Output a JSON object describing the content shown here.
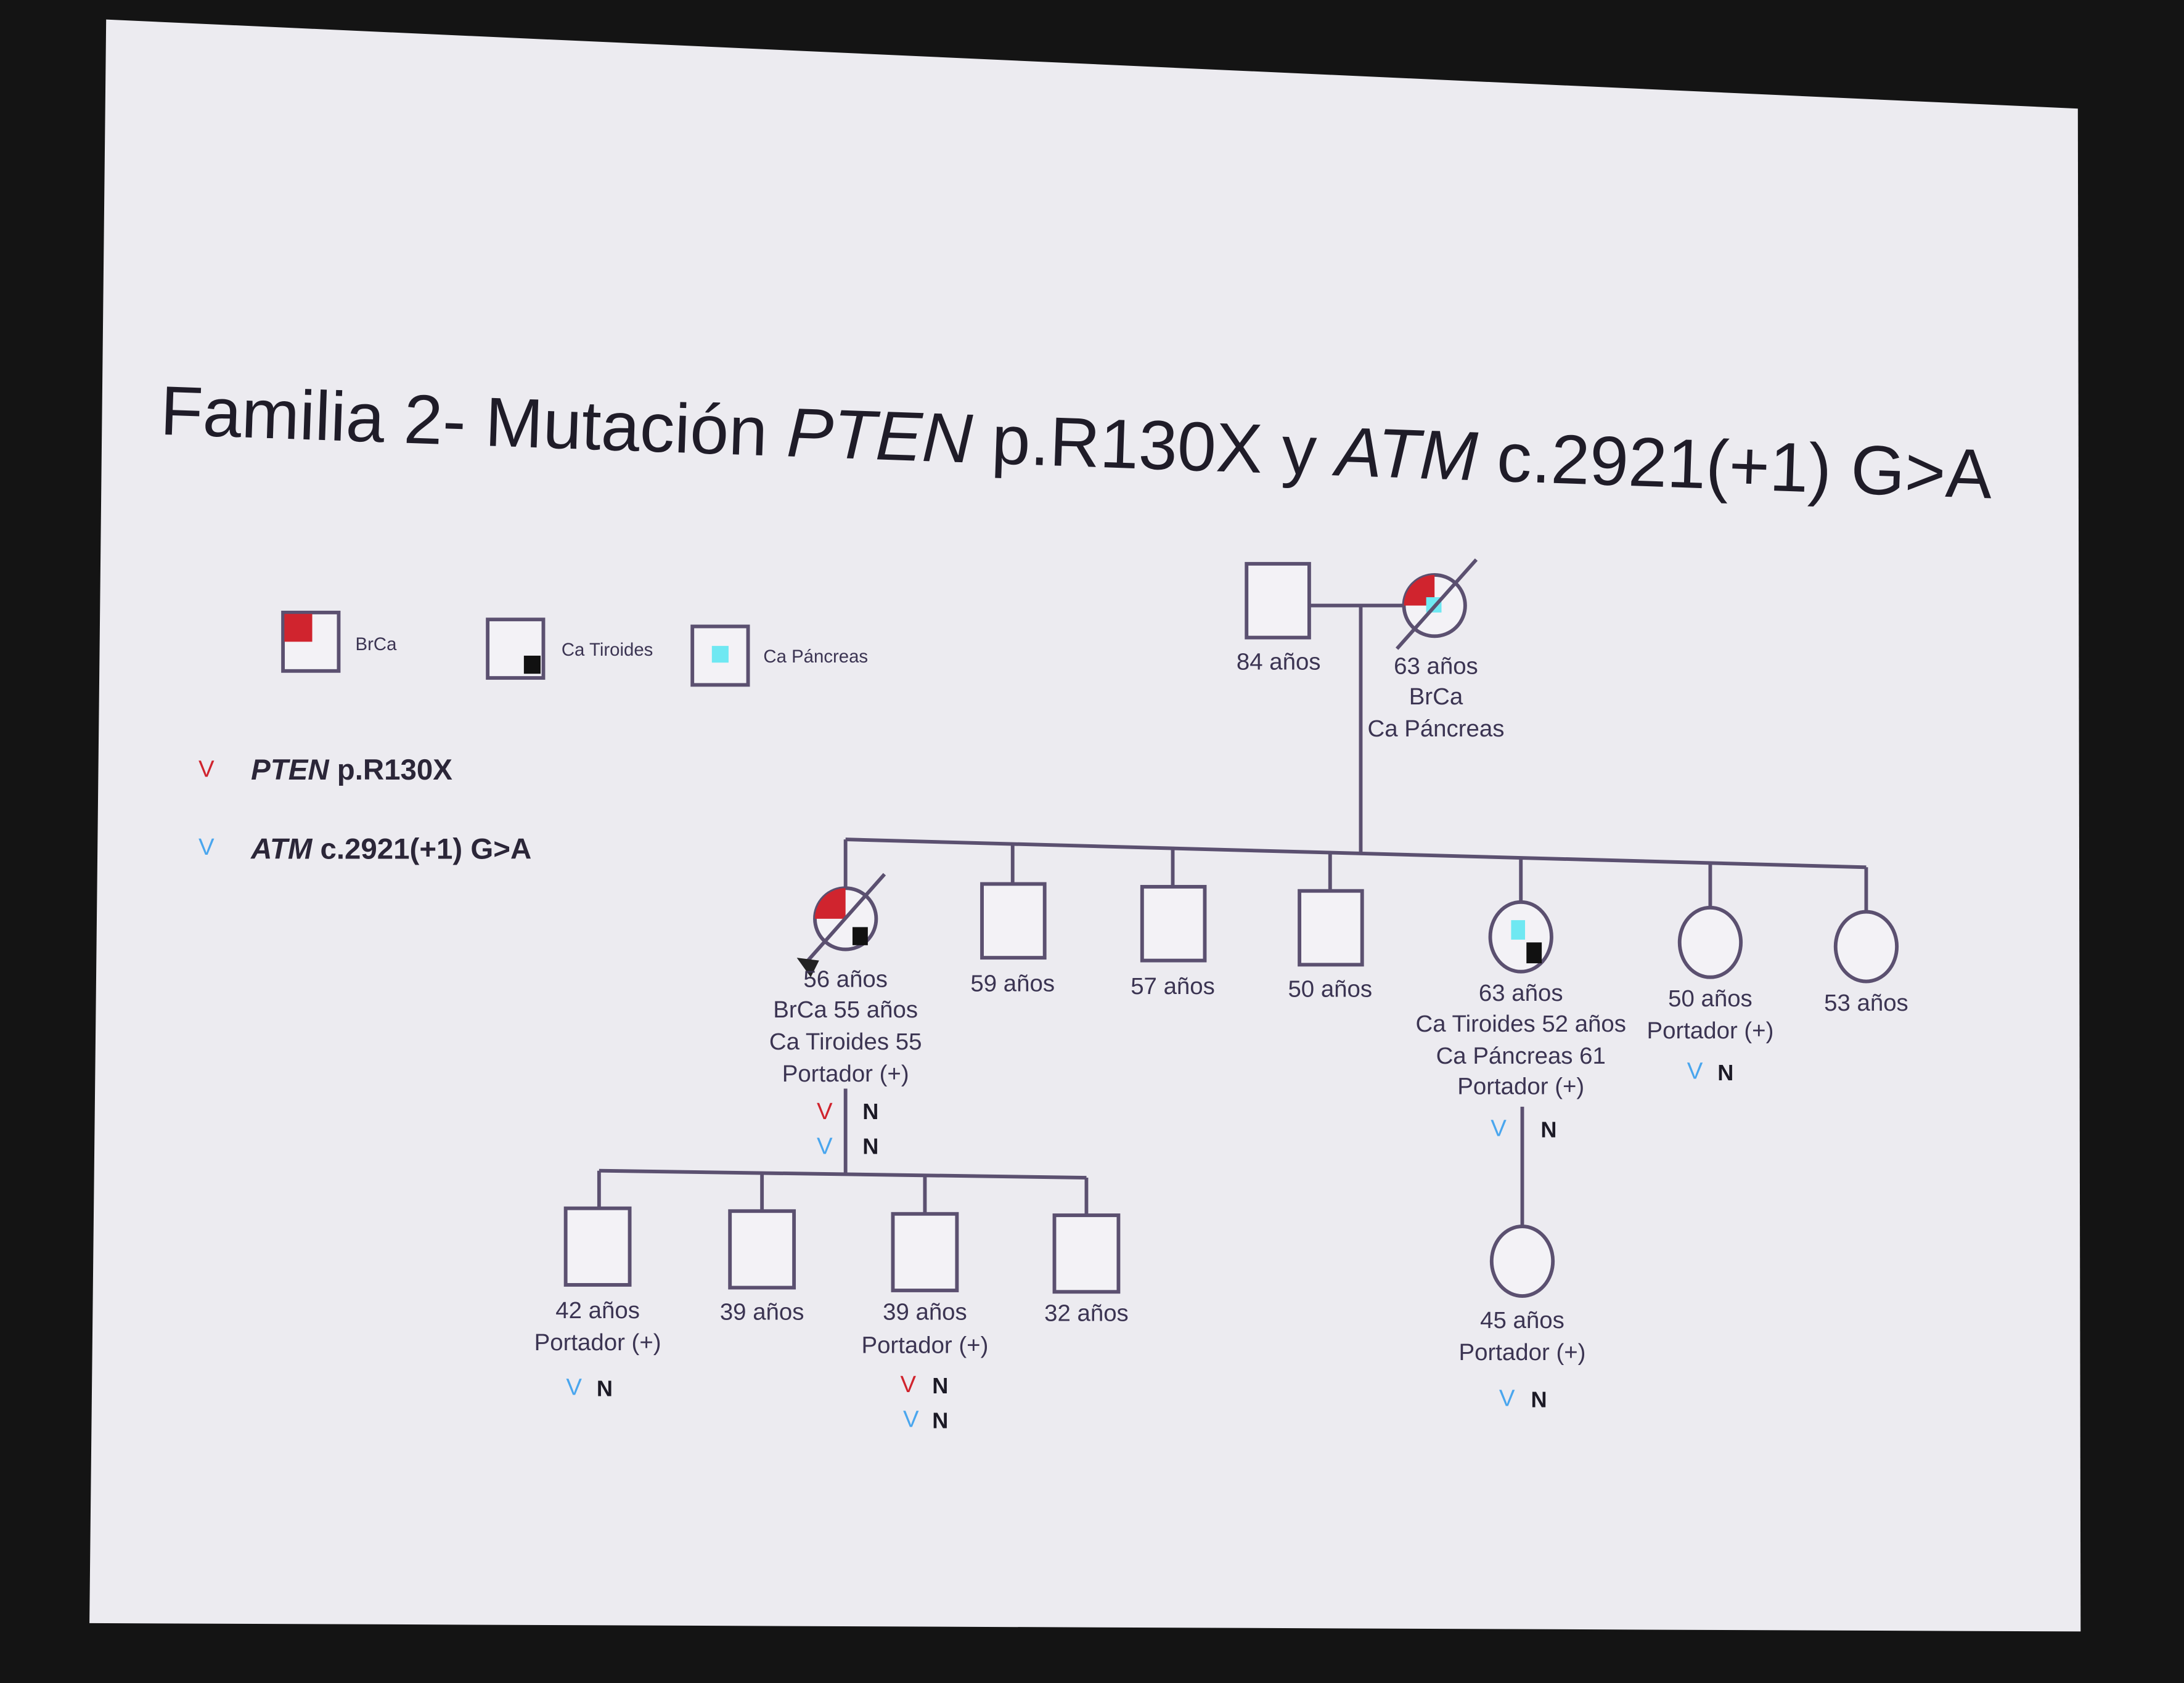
{
  "title": {
    "prefix": "Familia 2- Mutación ",
    "gene1": "PTEN",
    "mid": " p.R130X y ",
    "gene2": "ATM",
    "suffix": " c.2921(+1) G>A"
  },
  "legend": {
    "brca": "BrCa",
    "tiroides": "Ca Tiroides",
    "pancreas": "Ca Páncreas"
  },
  "mutations": [
    {
      "mark": "V",
      "gene": "PTEN",
      "variant": " p.R130X",
      "color": "#d0242e"
    },
    {
      "mark": "V",
      "gene": "ATM",
      "variant": " c.2921(+1) G>A",
      "color": "#4aa6ee"
    }
  ],
  "colors": {
    "brca": "#d0242e",
    "tiroides": "#111111",
    "pancreas": "#6fe8f2",
    "line": "#5b5070"
  },
  "gen1": {
    "grandfather": {
      "lines": [
        "84 años"
      ]
    },
    "grandmother": {
      "lines": [
        "63 años",
        "BrCa",
        "Ca Páncreas"
      ]
    }
  },
  "gen2": [
    {
      "lines": [
        "56 años",
        "BrCa 55 años",
        "Ca Tiroides 55",
        "Portador (+)"
      ],
      "geno": [
        [
          "V",
          "N"
        ],
        [
          "V",
          "N"
        ]
      ]
    },
    {
      "lines": [
        "59 años"
      ]
    },
    {
      "lines": [
        "57 años"
      ]
    },
    {
      "lines": [
        "50 años"
      ]
    },
    {
      "lines": [
        "63 años",
        "Ca Tiroides 52 años",
        "Ca Páncreas 61",
        "Portador (+)"
      ],
      "geno": [
        [
          "V",
          "N"
        ]
      ]
    },
    {
      "lines": [
        "50 años",
        "Portador (+)"
      ],
      "geno": [
        [
          "V",
          "N"
        ]
      ]
    },
    {
      "lines": [
        "53 años"
      ]
    }
  ],
  "gen3": [
    {
      "lines": [
        "42 años",
        "Portador (+)"
      ],
      "geno": [
        [
          "V",
          "N"
        ]
      ]
    },
    {
      "lines": [
        "39 años"
      ]
    },
    {
      "lines": [
        "39 años",
        "Portador (+)"
      ],
      "geno": [
        [
          "V",
          "N"
        ],
        [
          "V",
          "N"
        ]
      ]
    },
    {
      "lines": [
        "32 años"
      ]
    },
    {
      "lines": [
        "45 años",
        "Portador (+)"
      ],
      "geno": [
        [
          "V",
          "N"
        ]
      ]
    }
  ]
}
